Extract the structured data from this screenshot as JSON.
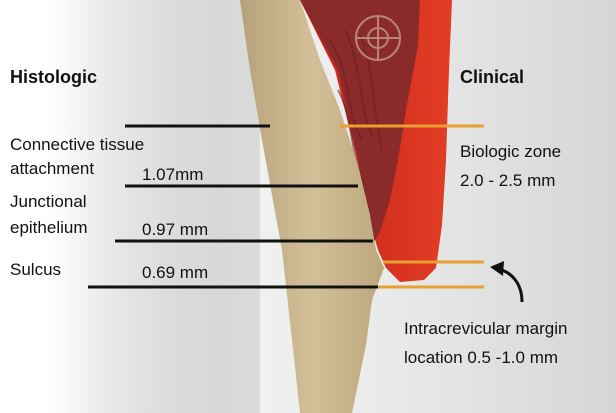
{
  "headings": {
    "left": "Histologic",
    "right": "Clinical"
  },
  "histologic": {
    "connective_tissue": {
      "line1": "Connective tissue",
      "line2": "attachment",
      "value": "1.07mm"
    },
    "junctional_epithelium": {
      "line1": "Junctional",
      "line2": "epithelium",
      "value": "0.97 mm"
    },
    "sulcus": {
      "label": "Sulcus",
      "value": "0.69 mm"
    }
  },
  "clinical": {
    "biologic_zone": {
      "label": "Biologic zone",
      "value": "2.0 - 2.5 mm"
    },
    "intracrevicular_margin": {
      "line1": "Intracrevicular margin",
      "line2": "location 0.5 -1.0 mm"
    }
  },
  "colors": {
    "histologic_lines": "#111111",
    "clinical_lines": "#e8a030",
    "tooth": "#c9b48a",
    "gingiva": "#d42b1a",
    "connective_tissue": "#8b2a2a",
    "background_right": "#e3e3e3"
  }
}
